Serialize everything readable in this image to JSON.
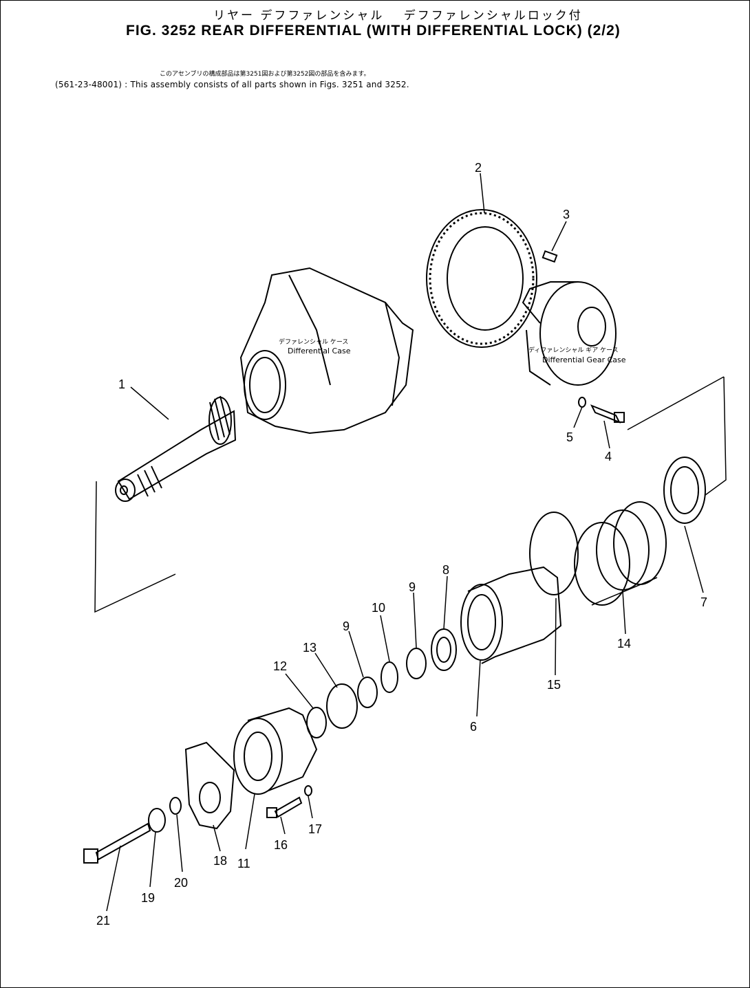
{
  "header": {
    "title_jp": "リヤー デフファレンシャル 　デフファレンシャルロック付",
    "title_en": "FIG. 3252  REAR  DIFFERENTIAL  (WITH  DIFFERENTIAL  LOCK)  (2/2)",
    "note_jp": "このアセンブリの構成部品は第3251図および第3252図の部品を含みます。",
    "note_en": "(561-23-48001) : This assembly consists of all parts shown in Figs. 3251 and 3252."
  },
  "labels": {
    "diff_case_jp": "デファレンシャル ケース",
    "diff_case_en": "Differential Case",
    "gear_case_jp": "ディファレンシャル ギア ケース",
    "gear_case_en": "Differential Gear Case"
  },
  "callouts": [
    "1",
    "2",
    "3",
    "4",
    "5",
    "6",
    "7",
    "8",
    "9",
    "9",
    "10",
    "12",
    "13",
    "14",
    "15",
    "11",
    "16",
    "17",
    "18",
    "19",
    "20",
    "21"
  ]
}
